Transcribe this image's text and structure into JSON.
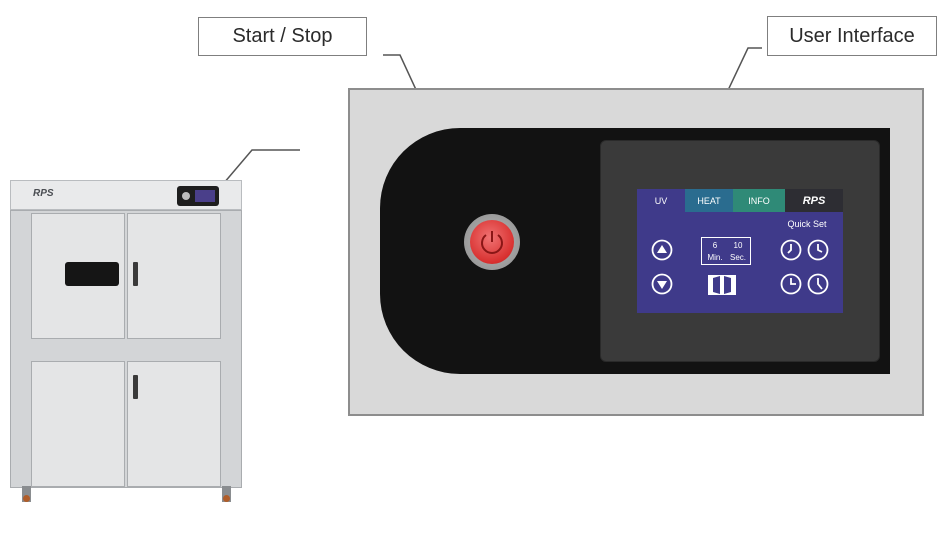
{
  "callouts": {
    "start_stop": "Start / Stop",
    "user_interface": "User Interface"
  },
  "machine": {
    "logo": "RPS"
  },
  "screen": {
    "tabs": [
      {
        "label": "UV",
        "color": "#3f3a8a"
      },
      {
        "label": "HEAT",
        "color": "#2a6c8f"
      },
      {
        "label": "INFO",
        "color": "#2f8a77"
      }
    ],
    "brand": "RPS",
    "quick_set_label": "Quick Set",
    "minutes_value": "6",
    "minutes_unit": "Min.",
    "seconds_value": "10",
    "seconds_unit": "Sec."
  },
  "colors": {
    "power_button": "#d8302f",
    "screen_bg": "#3f3a8a",
    "bezel": "#121212"
  }
}
